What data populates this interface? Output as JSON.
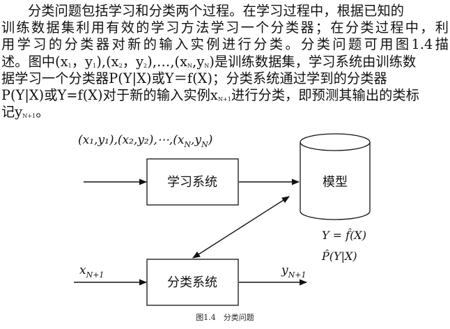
{
  "paragraph": {
    "lines": [
      "分类问题包括学习和分类两个过程。在学习过程中，根据已知的",
      "训练数据集利用有效的学习方法学习一个分类器；在分类过程中，利",
      "用学习的分类器对新的输入实例进行分类。分类问题可用图1.4描"
    ],
    "line4": {
      "a": "述。图中(x",
      "s1": "1",
      "b": "，y",
      "s2": "1",
      "c": "),(x",
      "s3": "2",
      "d": "，y",
      "s4": "2",
      "e": "),…,(x",
      "s5": "N",
      "f": ",y",
      "s6": "N",
      "g": ")是训练数据集，学习系统由训练数"
    },
    "line5": "据学习一个分类器P(Y|X)或Y＝f(X)；分类系统通过学到的分类器",
    "line6": {
      "a": "P(Y|X)或Y=f(X)对于新的输入实例x",
      "s": "N+1",
      "b": "进行分类，即预测其输出的类标"
    },
    "line7": {
      "a": "记y",
      "s": "N+1",
      "b": "。"
    }
  },
  "diagram": {
    "training_data": "(x₁,y₁),(x₂,y₂),⋯,(x",
    "training_data_sub": "N",
    "training_data_mid": ",y",
    "training_data_end": ")",
    "learning_system": "学习系统",
    "model": "模型",
    "model_formula_1": "Y = f̂(X)",
    "model_formula_2": "P̂(Y|X)",
    "classification_system": "分类系统",
    "input_label": "x",
    "input_sub": "N+1",
    "output_label": "y",
    "output_sub": "N+1"
  },
  "caption": "图1.4　分类问题"
}
